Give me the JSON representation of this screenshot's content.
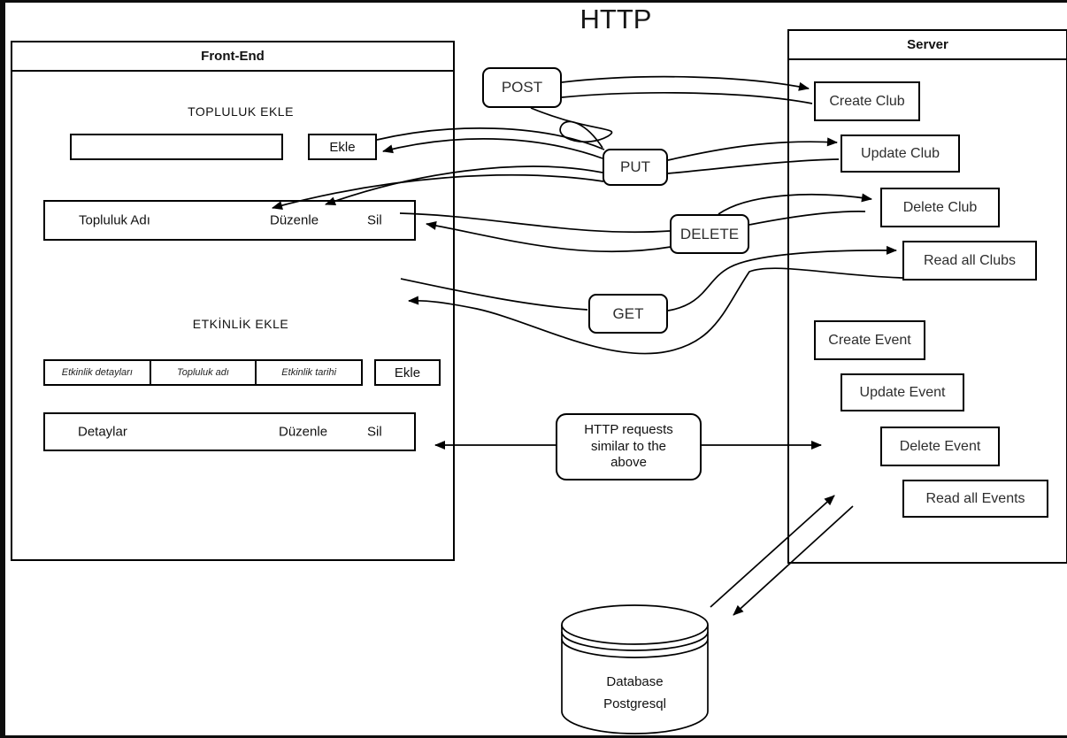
{
  "title": "HTTP",
  "frontend": {
    "title": "Front-End",
    "club_section": {
      "heading": "TOPLULUK EKLE",
      "input_value": "",
      "add_button": "Ekle",
      "list_row": {
        "name": "Topluluk Adı",
        "edit": "Düzenle",
        "delete": "Sil"
      }
    },
    "event_section": {
      "heading": "ETKİNLİK EKLE",
      "fields": [
        "Etkinlik detayları",
        "Topluluk adı",
        "Etkinlik tarihi"
      ],
      "add_button": "Ekle",
      "list_row": {
        "name": "Detaylar",
        "edit": "Düzenle",
        "delete": "Sil"
      }
    }
  },
  "http_methods": {
    "post": "POST",
    "put": "PUT",
    "delete": "DELETE",
    "get": "GET",
    "note": "HTTP requests similar to the above"
  },
  "server": {
    "title": "Server",
    "club_handlers": [
      "Create Club",
      "Update Club",
      "Delete Club",
      "Read all Clubs"
    ],
    "event_handlers": [
      "Create Event",
      "Update Event",
      "Delete Event",
      "Read all Events"
    ]
  },
  "database": {
    "name": "Database",
    "engine": "Postgresql"
  },
  "colors": {
    "stroke": "#000000",
    "background": "#ffffff",
    "edge_bar": "#0d0d0d"
  }
}
